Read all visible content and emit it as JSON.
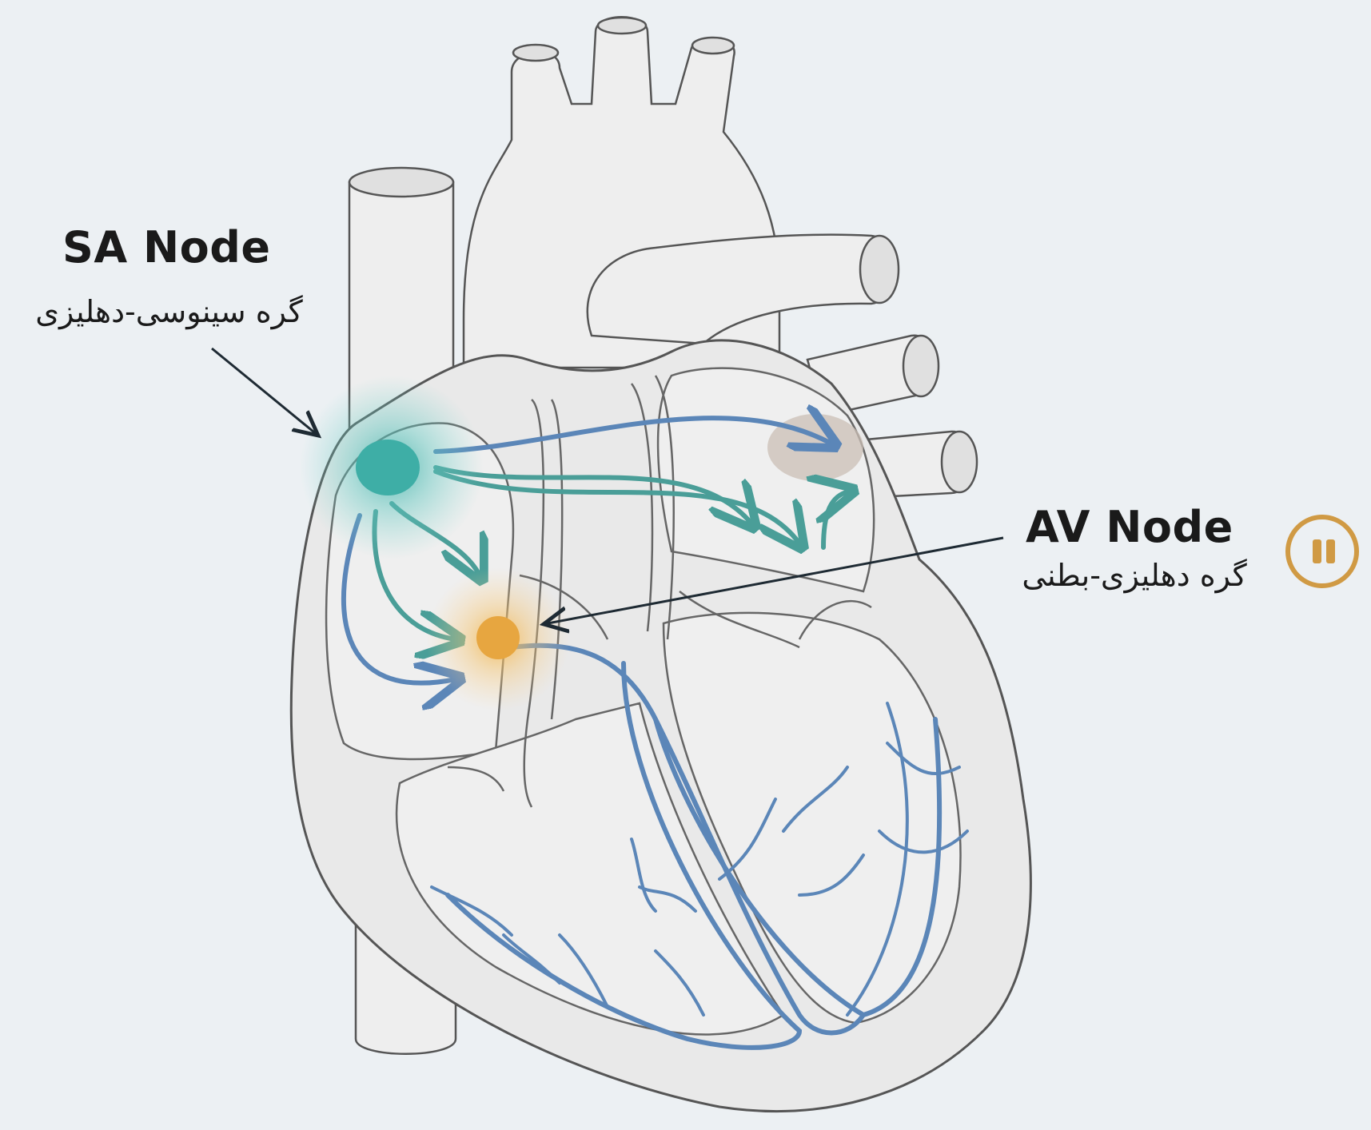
{
  "sa_node": {
    "title": "SA Node",
    "subtitle": "گره سینوسی-دهلیزی",
    "color": "#3eaea6"
  },
  "av_node": {
    "title": "AV Node",
    "subtitle": "گره دهلیزی-بطنی",
    "color": "#e7a640"
  },
  "pathway_color": "#5b86b8",
  "outline_color": "#555555",
  "controls": {
    "pause_icon": "pause-icon",
    "accent": "#d09a44"
  }
}
